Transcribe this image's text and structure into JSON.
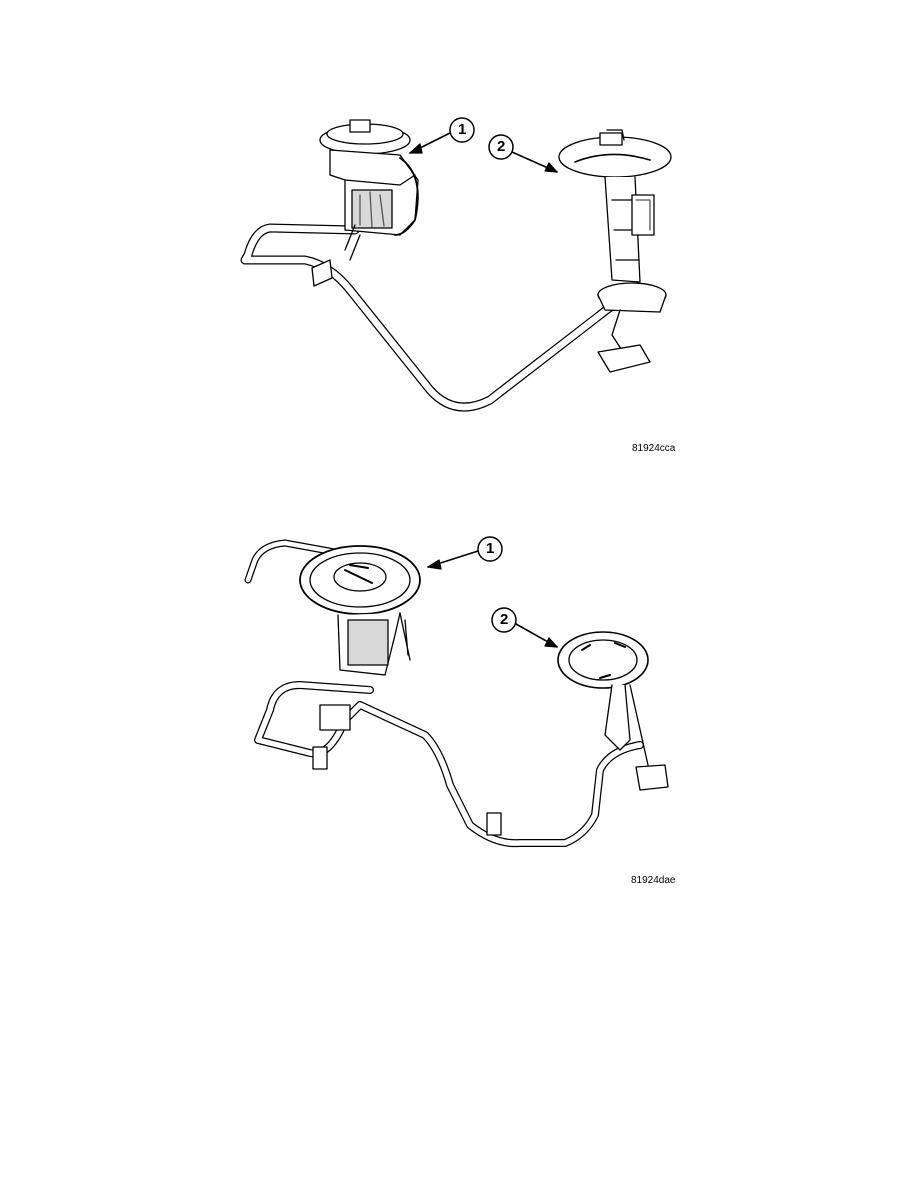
{
  "figures": [
    {
      "id": "81924cca",
      "callouts": [
        {
          "label": "1"
        },
        {
          "label": "2"
        }
      ]
    },
    {
      "id": "81924dae",
      "callouts": [
        {
          "label": "1"
        },
        {
          "label": "2"
        }
      ]
    }
  ],
  "colors": {
    "line": "#000000",
    "fill": "#ffffff",
    "shade": "#d8d8d8",
    "dark": "#555555"
  }
}
